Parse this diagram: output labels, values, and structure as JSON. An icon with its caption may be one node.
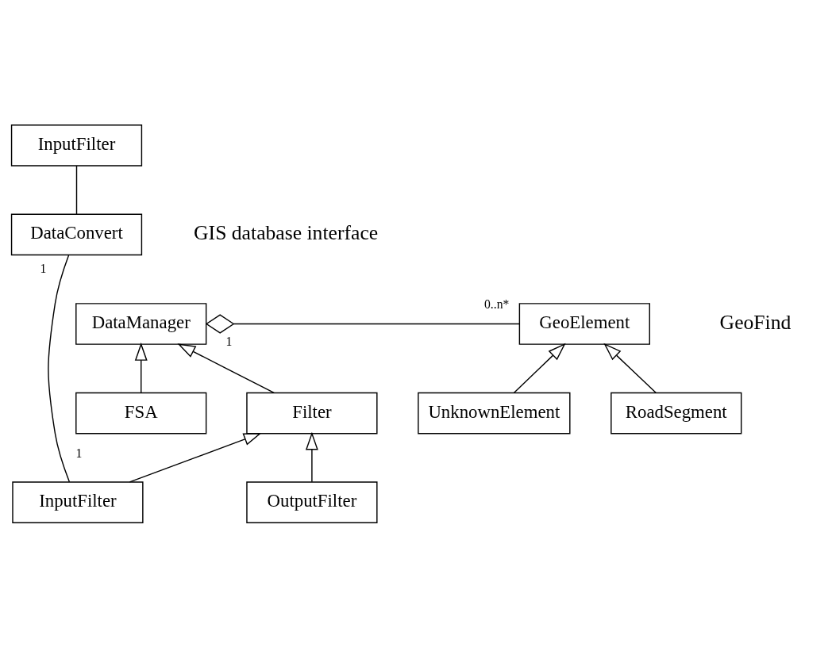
{
  "diagram": {
    "nodes": [
      {
        "text": [
          "InputFilter"
        ]
      },
      {
        "text": [
          "DataConvert"
        ]
      },
      {
        "text": [
          "DataManager"
        ]
      },
      {
        "text": [
          "GeoElement"
        ]
      },
      {
        "text": [
          "FSA"
        ]
      },
      {
        "text": [
          "Filter"
        ]
      },
      {
        "text": [
          "UnknownElement"
        ]
      },
      {
        "text": [
          "RoadSegment"
        ]
      },
      {
        "text": [
          "InputFilter"
        ]
      },
      {
        "text": [
          "OutputFilter"
        ]
      }
    ],
    "edges": [
      {
        "from": 0,
        "to": 1,
        "arrow": "none"
      },
      {
        "from": 1,
        "to": 8,
        "arrow": "none"
      },
      {
        "from": 2,
        "to": 3,
        "arrow": "other"
      },
      {
        "from": 4,
        "to": 2,
        "arrow": "to"
      },
      {
        "from": 5,
        "to": 2,
        "arrow": "to"
      },
      {
        "from": 6,
        "to": 3,
        "arrow": "to"
      },
      {
        "from": 7,
        "to": 3,
        "arrow": "to"
      },
      {
        "from": 8,
        "to": 5,
        "arrow": "to"
      },
      {
        "from": 9,
        "to": 5,
        "arrow": "to"
      }
    ],
    "labels": [
      "1",
      "GIS database interface",
      "GeoFind",
      "1",
      "0..n*",
      "1"
    ]
  }
}
